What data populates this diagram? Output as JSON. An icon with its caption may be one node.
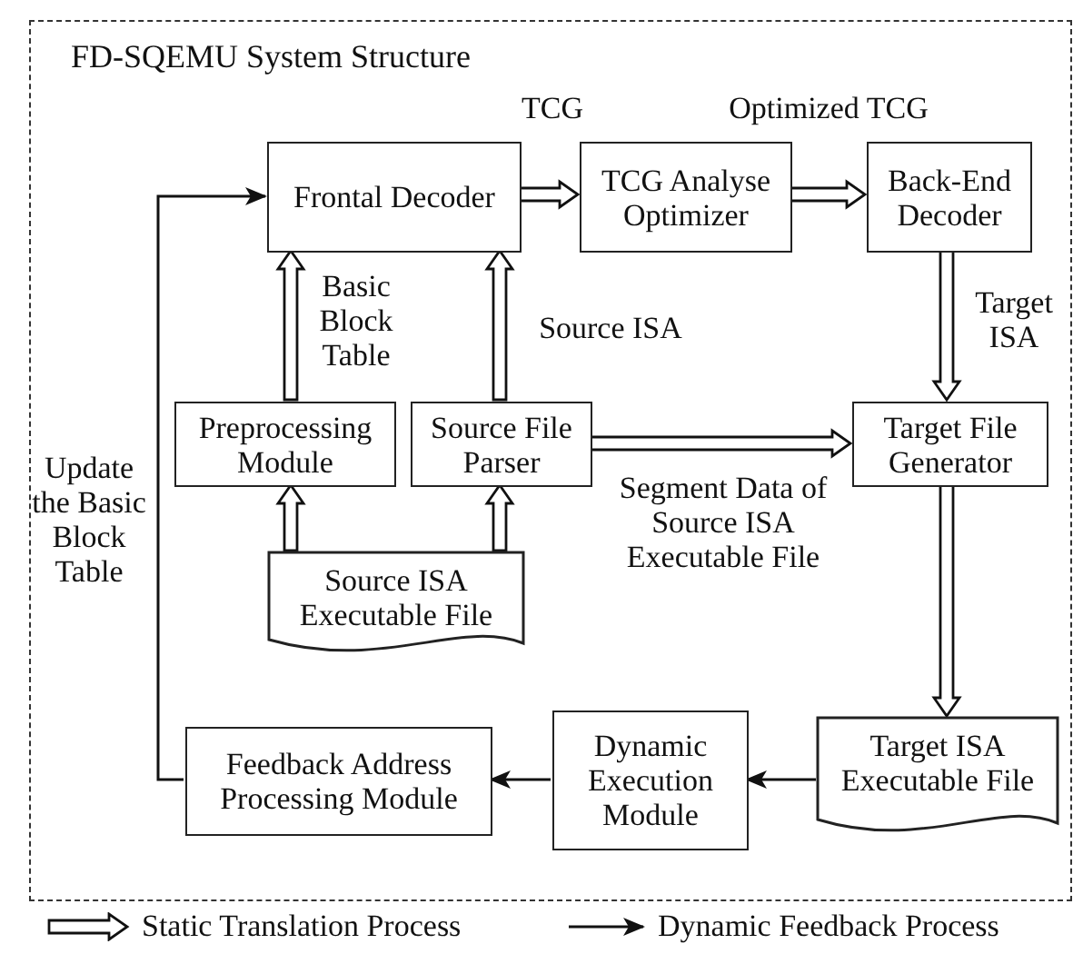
{
  "diagram": {
    "nodes": [
      {
        "text": [
          "FD-SQEMU System Structure"
        ]
      },
      {
        "text": [
          "Frontal Decoder"
        ],
        "in": 0
      },
      {
        "text": [
          "TCG Analyse Optimizer"
        ],
        "in": 0
      },
      {
        "text": [
          "Back-End Decoder"
        ],
        "in": 0
      },
      {
        "text": [
          "Preprocessing Module"
        ],
        "in": 0
      },
      {
        "text": [
          "Source File Parser"
        ],
        "in": 0
      },
      {
        "text": [
          "Target File Generator"
        ],
        "in": 0
      },
      {
        "text": [
          "Source ISA Executable File"
        ],
        "in": 0
      },
      {
        "text": [
          "Target ISA Executable File"
        ],
        "in": 0
      },
      {
        "text": [
          "Dynamic Execution Module"
        ],
        "in": 0
      },
      {
        "text": [
          "Feedback Address Processing Module"
        ],
        "in": 0
      }
    ],
    "edges": [
      {
        "from": 1,
        "to": 2,
        "arrow": "to",
        "label": "TCG",
        "style": "thick"
      },
      {
        "from": 2,
        "to": 3,
        "arrow": "to",
        "label": "Optimized TCG",
        "style": "thick"
      },
      {
        "from": 4,
        "to": 1,
        "arrow": "to",
        "label": "Basic Block Table",
        "style": "thick"
      },
      {
        "from": 5,
        "to": 1,
        "arrow": "to",
        "label": "Source ISA",
        "style": "thick"
      },
      {
        "from": 3,
        "to": 6,
        "arrow": "to",
        "label": "Target ISA",
        "style": "thick"
      },
      {
        "from": 5,
        "to": 6,
        "arrow": "to",
        "label": "Segment Data of Source ISA Executable File",
        "style": "thick"
      },
      {
        "from": 7,
        "to": 4,
        "arrow": "to",
        "style": "thick"
      },
      {
        "from": 7,
        "to": 5,
        "arrow": "to",
        "style": "thick"
      },
      {
        "from": 6,
        "to": 8,
        "arrow": "to",
        "style": "thick"
      },
      {
        "from": 8,
        "to": 9,
        "arrow": "to"
      },
      {
        "from": 9,
        "to": 10,
        "arrow": "to"
      },
      {
        "from": 10,
        "to": 1,
        "arrow": "to",
        "label": "Update the Basic Block Table"
      }
    ],
    "legend": [
      {
        "text": "Static Translation Process"
      },
      {
        "text": "Dynamic Feedback Process"
      }
    ]
  }
}
